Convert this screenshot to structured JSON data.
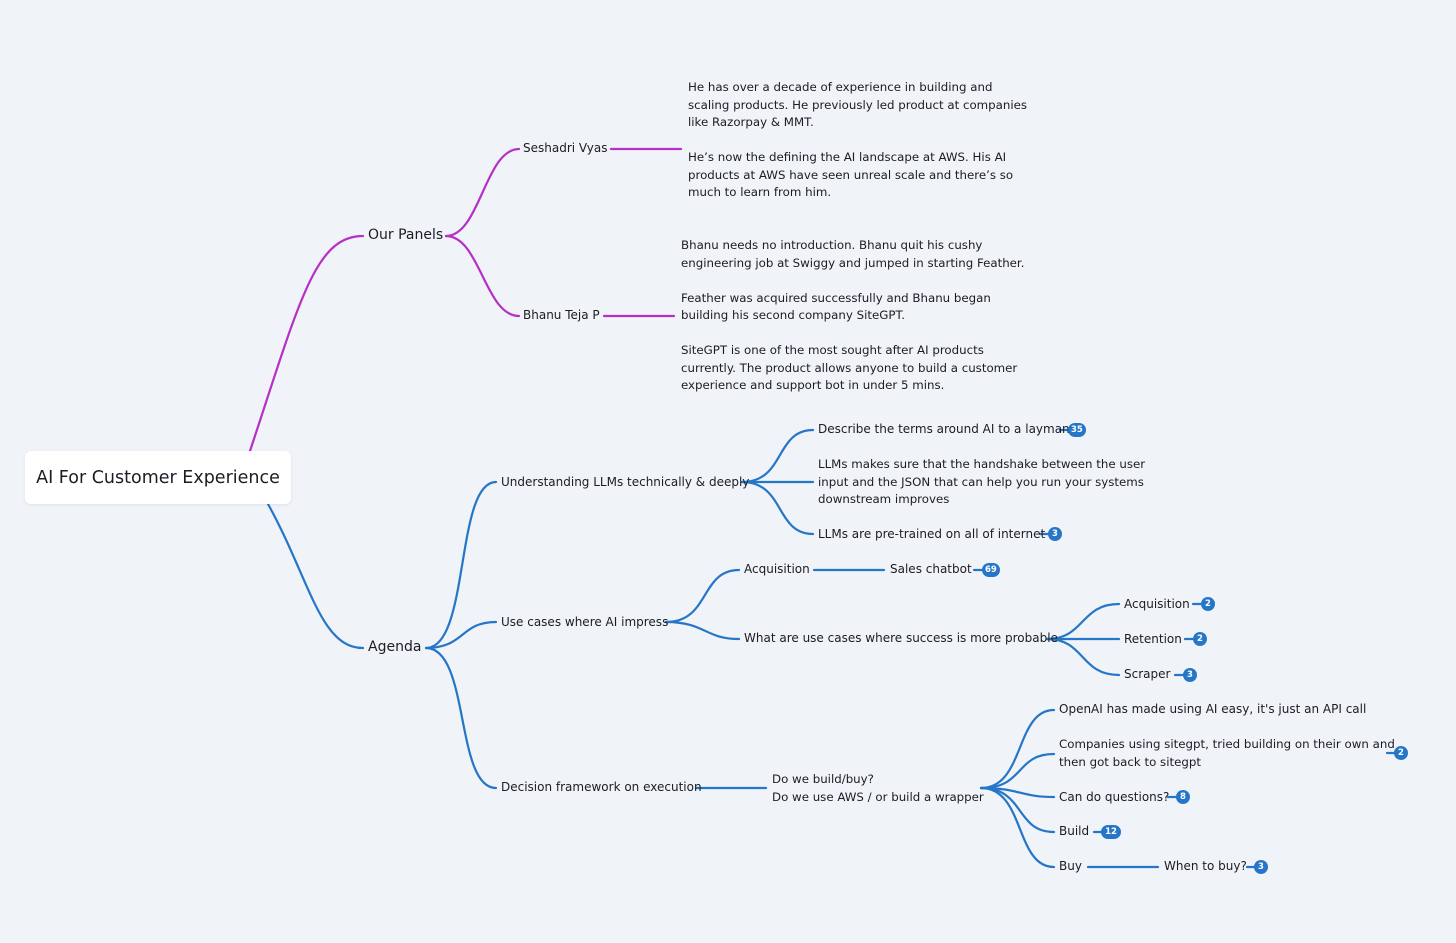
{
  "title": "AI For Customer Experience",
  "colors": {
    "panels_branch": "#b530c7",
    "agenda_branch": "#2676c8",
    "badge": "#2676c8",
    "background": "#f0f3f7"
  },
  "panels": {
    "label": "Our Panels",
    "seshadri": {
      "name": "Seshadri Vyas",
      "bio": "He has over a decade of experience in building and\nscaling products. He previously led product at companies\nlike Razorpay & MMT.\n\nHe’s now the defining the AI landscape at AWS. His AI\nproducts at AWS have seen unreal scale and there’s so\nmuch to learn from him."
    },
    "bhanu": {
      "name": "Bhanu Teja P",
      "bio": "Bhanu needs no introduction. Bhanu quit his cushy\nengineering job at Swiggy and jumped in starting Feather.\n\nFeather was acquired successfully and Bhanu began\nbuilding his second company SiteGPT.\n\nSiteGPT is one of the most sought after AI products\ncurrently. The product allows anyone to build a customer\nexperience and support bot in under 5 mins."
    }
  },
  "agenda": {
    "label": "Agenda",
    "llms": {
      "label": "Understanding LLMs technically & deeply",
      "describe": {
        "label": "Describe the terms around AI to a layman",
        "count": "35"
      },
      "handshake": "LLMs makes sure that the handshake between the user\ninput and the JSON that can help you run your systems\ndownstream improves",
      "pretrained": {
        "label": "LLMs are pre-trained on all of internet",
        "count": "3"
      }
    },
    "usecases": {
      "label": "Use cases where AI impress",
      "acquisition": {
        "label": "Acquisition",
        "sales": "Sales chatbot",
        "count": "69"
      },
      "probable": {
        "label": "What are use cases where success is more probable",
        "acquisition": {
          "label": "Acquisition",
          "count": "2"
        },
        "retention": {
          "label": "Retention",
          "count": "2"
        },
        "scraper": {
          "label": "Scraper",
          "count": "3"
        }
      }
    },
    "decision": {
      "label": "Decision framework on execution",
      "question": "Do we build/buy?\nDo we use AWS / or build a wrapper",
      "openai": "OpenAI has made using AI easy, it's just an API call",
      "companies": {
        "label": "Companies using sitegpt, tried building on their own and\nthen got back to sitegpt",
        "count": "2"
      },
      "canDo": {
        "label": "Can do questions?",
        "count": "8"
      },
      "build": {
        "label": "Build",
        "count": "12"
      },
      "buy": {
        "label": "Buy",
        "when": "When to buy?",
        "count": "3"
      }
    }
  }
}
